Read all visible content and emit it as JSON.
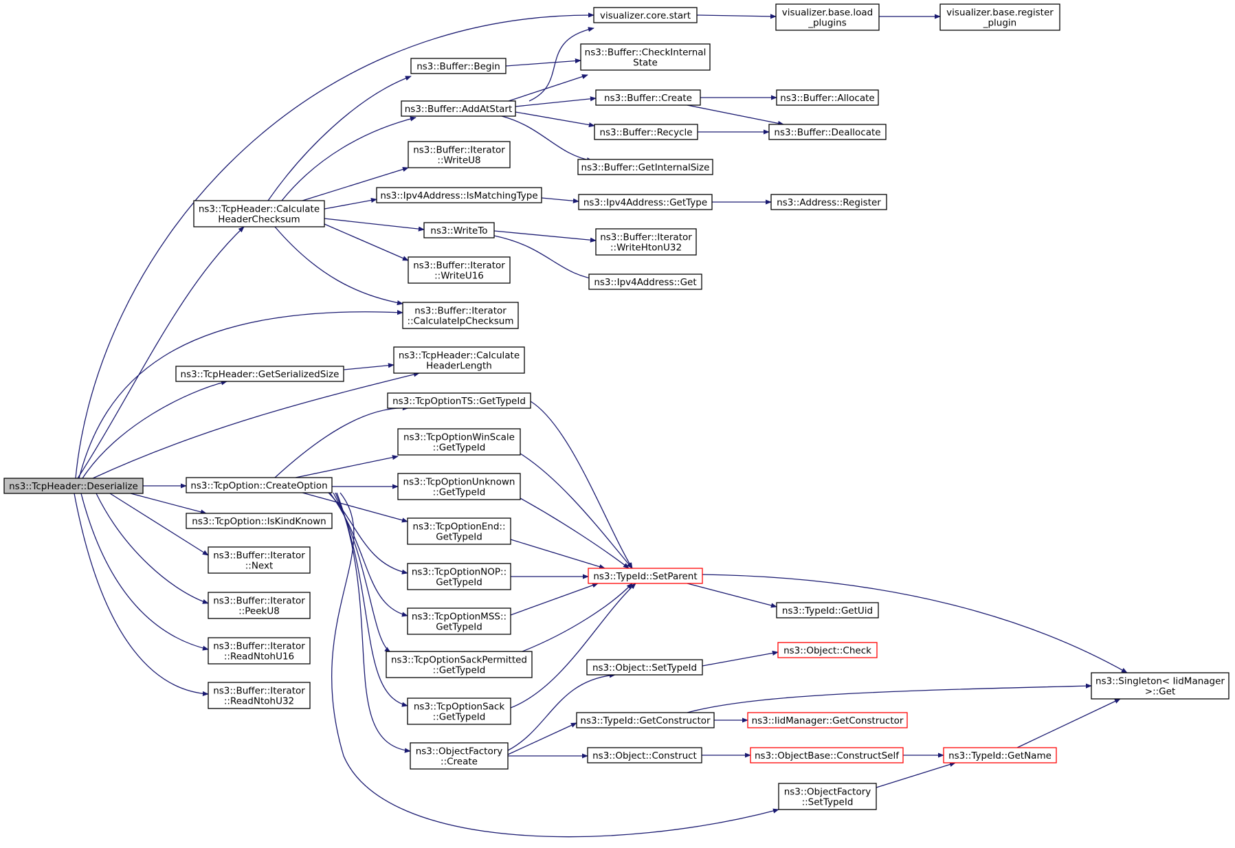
{
  "graph": {
    "nodes": {
      "deserialize": {
        "lines": [
          "ns3::TcpHeader::Deserialize"
        ],
        "root": true
      },
      "vis_start": {
        "lines": [
          "visualizer.core.start"
        ]
      },
      "vis_load": {
        "lines": [
          "visualizer.base.load",
          "_plugins"
        ]
      },
      "vis_register": {
        "lines": [
          "visualizer.base.register",
          "_plugin"
        ]
      },
      "buf_begin": {
        "lines": [
          "ns3::Buffer::Begin"
        ]
      },
      "buf_check": {
        "lines": [
          "ns3::Buffer::CheckInternal",
          "State"
        ]
      },
      "buf_addatstart": {
        "lines": [
          "ns3::Buffer::AddAtStart"
        ]
      },
      "buf_create": {
        "lines": [
          "ns3::Buffer::Create"
        ]
      },
      "buf_allocate": {
        "lines": [
          "ns3::Buffer::Allocate"
        ]
      },
      "buf_recycle": {
        "lines": [
          "ns3::Buffer::Recycle"
        ]
      },
      "buf_deallocate": {
        "lines": [
          "ns3::Buffer::Deallocate"
        ]
      },
      "buf_getintsize": {
        "lines": [
          "ns3::Buffer::GetInternalSize"
        ]
      },
      "it_writeu8": {
        "lines": [
          "ns3::Buffer::Iterator",
          "::WriteU8"
        ]
      },
      "calc_checksum": {
        "lines": [
          "ns3::TcpHeader::Calculate",
          "HeaderChecksum"
        ]
      },
      "ipv4_ismatching": {
        "lines": [
          "ns3::Ipv4Address::IsMatchingType"
        ]
      },
      "ipv4_gettype": {
        "lines": [
          "ns3::Ipv4Address::GetType"
        ]
      },
      "addr_register": {
        "lines": [
          "ns3::Address::Register"
        ]
      },
      "writeto": {
        "lines": [
          "ns3::WriteTo"
        ]
      },
      "it_writehton": {
        "lines": [
          "ns3::Buffer::Iterator",
          "::WriteHtonU32"
        ]
      },
      "it_writeu16": {
        "lines": [
          "ns3::Buffer::Iterator",
          "::WriteU16"
        ]
      },
      "ipv4_get": {
        "lines": [
          "ns3::Ipv4Address::Get"
        ]
      },
      "it_calcip": {
        "lines": [
          "ns3::Buffer::Iterator",
          "::CalculateIpChecksum"
        ]
      },
      "get_ser_size": {
        "lines": [
          "ns3::TcpHeader::GetSerializedSize"
        ]
      },
      "calc_hdrlen": {
        "lines": [
          "ns3::TcpHeader::Calculate",
          "HeaderLength"
        ]
      },
      "ts_gettypeid": {
        "lines": [
          "ns3::TcpOptionTS::GetTypeId"
        ]
      },
      "winscale": {
        "lines": [
          "ns3::TcpOptionWinScale",
          "::GetTypeId"
        ]
      },
      "unknown": {
        "lines": [
          "ns3::TcpOptionUnknown",
          "::GetTypeId"
        ]
      },
      "createoption": {
        "lines": [
          "ns3::TcpOption::CreateOption"
        ]
      },
      "iskindknown": {
        "lines": [
          "ns3::TcpOption::IsKindKnown"
        ]
      },
      "optend": {
        "lines": [
          "ns3::TcpOptionEnd::",
          "GetTypeId"
        ]
      },
      "next": {
        "lines": [
          "ns3::Buffer::Iterator",
          "::Next"
        ]
      },
      "optnop": {
        "lines": [
          "ns3::TcpOptionNOP::",
          "GetTypeId"
        ]
      },
      "setparent": {
        "lines": [
          "ns3::TypeId::SetParent"
        ],
        "red": true
      },
      "peeku8": {
        "lines": [
          "ns3::Buffer::Iterator",
          "::PeekU8"
        ]
      },
      "optmss": {
        "lines": [
          "ns3::TcpOptionMSS::",
          "GetTypeId"
        ]
      },
      "getuid": {
        "lines": [
          "ns3::TypeId::GetUid"
        ]
      },
      "readntoh16": {
        "lines": [
          "ns3::Buffer::Iterator",
          "::ReadNtohU16"
        ]
      },
      "sackperm": {
        "lines": [
          "ns3::TcpOptionSackPermitted",
          "::GetTypeId"
        ]
      },
      "obj_check": {
        "lines": [
          "ns3::Object::Check"
        ],
        "red": true
      },
      "obj_settypeid": {
        "lines": [
          "ns3::Object::SetTypeId"
        ]
      },
      "singleton_get": {
        "lines": [
          "ns3::Singleton< IidManager",
          ">::Get"
        ]
      },
      "readntoh32": {
        "lines": [
          "ns3::Buffer::Iterator",
          "::ReadNtohU32"
        ]
      },
      "optsack": {
        "lines": [
          "ns3::TcpOptionSack",
          "::GetTypeId"
        ]
      },
      "getconstructor": {
        "lines": [
          "ns3::TypeId::GetConstructor"
        ]
      },
      "iid_getconstructor": {
        "lines": [
          "ns3::IidManager::GetConstructor"
        ],
        "red": true
      },
      "objfactory_create": {
        "lines": [
          "ns3::ObjectFactory",
          "::Create"
        ]
      },
      "obj_construct": {
        "lines": [
          "ns3::Object::Construct"
        ]
      },
      "constructself": {
        "lines": [
          "ns3::ObjectBase::ConstructSelf"
        ],
        "red": true
      },
      "typeid_getname": {
        "lines": [
          "ns3::TypeId::GetName"
        ],
        "red": true
      },
      "objfactory_settypeid": {
        "lines": [
          "ns3::ObjectFactory",
          "::SetTypeId"
        ]
      }
    }
  }
}
